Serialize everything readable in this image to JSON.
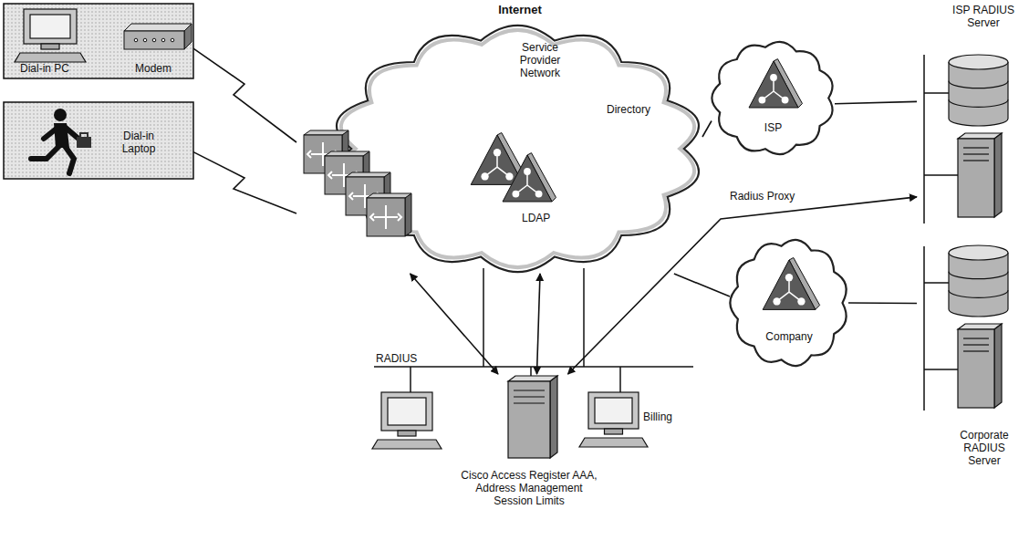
{
  "diagram": {
    "nodes": [
      {
        "text": [
          "Dial-in PC",
          "Modem"
        ]
      },
      {
        "text": [
          "Dial-in Laptop"
        ]
      },
      {
        "text": [
          "Internet",
          "Service Provider Network",
          "Directory",
          "LDAP"
        ]
      },
      {
        "text": [
          "ISP"
        ]
      },
      {
        "text": [
          "ISP RADIUS Server"
        ]
      },
      {
        "text": [
          "Company"
        ]
      },
      {
        "text": [
          "Corporate RADIUS Server"
        ]
      },
      {
        "text": [
          "Cisco Access Register AAA, Address Management Session Limits"
        ]
      },
      {
        "text": [
          "Billing"
        ]
      }
    ],
    "edges": [
      {
        "from": 0,
        "to": 2,
        "arrow": "none"
      },
      {
        "from": 1,
        "to": 2,
        "arrow": "none"
      },
      {
        "from": 2,
        "to": 3,
        "arrow": "none"
      },
      {
        "from": 3,
        "to": 4,
        "arrow": "none"
      },
      {
        "from": 2,
        "to": 5,
        "arrow": "none"
      },
      {
        "from": 5,
        "to": 6,
        "arrow": "none"
      },
      {
        "from": 7,
        "to": 4,
        "label": "Radius Proxy",
        "arrow": "both"
      },
      {
        "from": 7,
        "to": 2,
        "arrow": "both"
      },
      {
        "from": 7,
        "to": 2,
        "arrow": "both"
      }
    ],
    "labels": [
      "RADIUS"
    ]
  }
}
